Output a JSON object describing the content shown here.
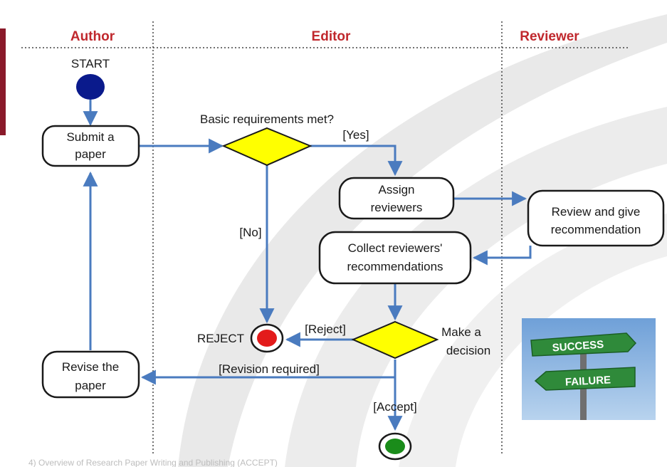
{
  "lanes": {
    "author": "Author",
    "editor": "Editor",
    "reviewer": "Reviewer"
  },
  "nodes": {
    "start": "START",
    "submit": [
      "Submit a",
      "paper"
    ],
    "basic_requirements": "Basic requirements met?",
    "assign": [
      "Assign",
      "reviewers"
    ],
    "review": [
      "Review and give",
      "recommendation"
    ],
    "collect": [
      "Collect reviewers'",
      "recommendations"
    ],
    "reject": "REJECT",
    "decision": [
      "Make a",
      "decision"
    ],
    "revise": [
      "Revise the",
      "paper"
    ]
  },
  "edges": {
    "yes": "[Yes]",
    "no": "[No]",
    "reject": "[Reject]",
    "revision": "[Revision required]",
    "accept": "[Accept]"
  },
  "signpost": {
    "success": "SUCCESS",
    "failure": "FAILURE"
  },
  "footnote": "4) Overview of Research Paper Writing and Publishing (ACCEPT)",
  "colors": {
    "lane_title": "#c0282d",
    "flow": "#4a7bbf",
    "start": "#0a1a8c",
    "decision": "#ffff00",
    "reject": "#e31b1b",
    "end": "#1a8c1a"
  }
}
